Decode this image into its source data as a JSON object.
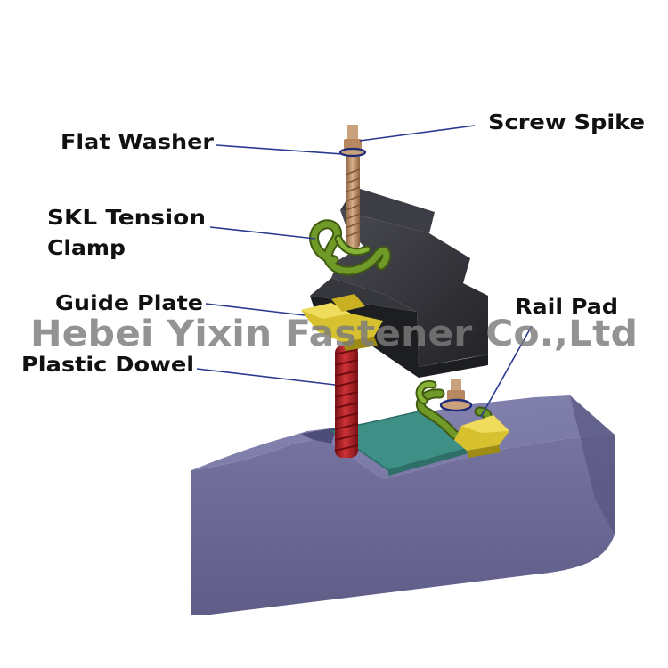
{
  "labels": {
    "screw_spike": "Screw Spike",
    "flat_washer": "Flat Washer",
    "skl_line1": "SKL Tension",
    "skl_line2": "Clamp",
    "guide_plate": "Guide Plate",
    "rail_pad": "Rail Pad",
    "plastic_dowel": "Plastic Dowel"
  },
  "watermark": "Hebei Yixin Fastener Co.,Ltd",
  "colors": {
    "sleeper": "#6e6c9a",
    "rail": "#2f3035",
    "rail_pad": "#3e8f86",
    "dowel": "#b21f24",
    "clamp": "#5b7d1e",
    "guide_plate": "#d7c12e",
    "screw": "#b88960",
    "leader": "#2b3a8f"
  }
}
